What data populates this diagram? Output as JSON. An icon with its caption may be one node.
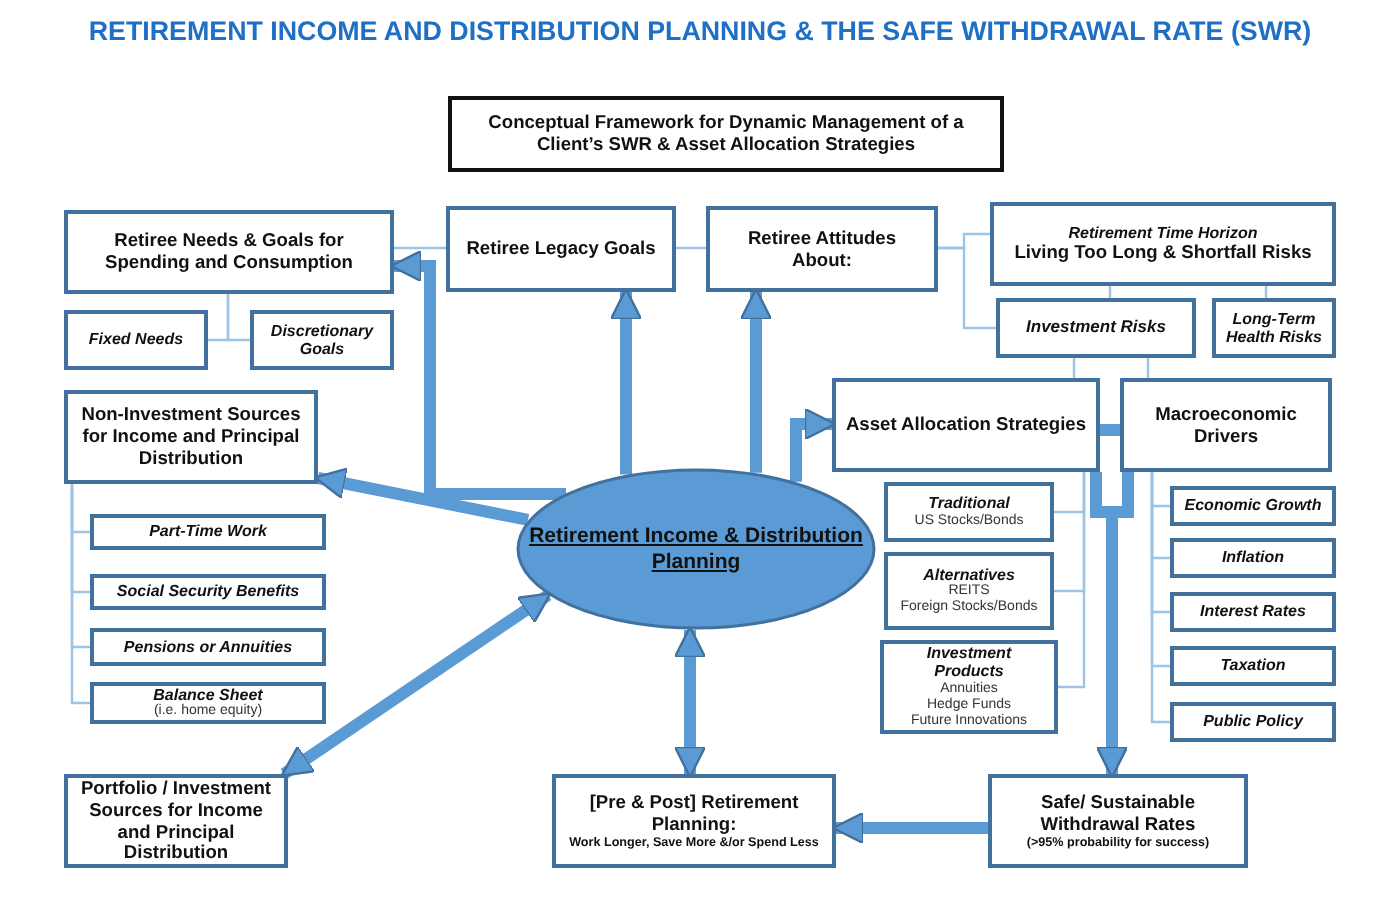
{
  "diagram": {
    "title": "RETIREMENT INCOME AND DISTRIBUTION PLANNING & THE SAFE WITHDRAWAL RATE (SWR)",
    "nodes": [
      {
        "text": [
          "Conceptual Framework for Dynamic Management of a Client’s SWR & Asset Allocation Strategies"
        ]
      },
      {
        "text": [
          "Retiree Needs & Goals for Spending and Consumption"
        ]
      },
      {
        "text": [
          "Fixed Needs"
        ]
      },
      {
        "text": [
          "Discretionary Goals"
        ]
      },
      {
        "text": [
          "Retiree Legacy Goals"
        ]
      },
      {
        "text": [
          "Retiree Attitudes About:"
        ]
      },
      {
        "text": [
          "Retirement Time Horizon",
          "Living Too Long & Shortfall Risks"
        ]
      },
      {
        "text": [
          "Investment Risks"
        ]
      },
      {
        "text": [
          "Long-Term Health Risks"
        ]
      },
      {
        "text": [
          "Non-Investment Sources for Income and Principal Distribution"
        ]
      },
      {
        "text": [
          "Part-Time Work"
        ]
      },
      {
        "text": [
          "Social Security Benefits"
        ]
      },
      {
        "text": [
          "Pensions or Annuities"
        ]
      },
      {
        "text": [
          "Balance Sheet",
          "(i.e. home equity)"
        ]
      },
      {
        "text": [
          "Retirement Income & Distribution Planning"
        ]
      },
      {
        "text": [
          "Asset Allocation Strategies"
        ]
      },
      {
        "text": [
          "Macroeconomic Drivers"
        ]
      },
      {
        "text": [
          "Traditional",
          "US Stocks/Bonds"
        ]
      },
      {
        "text": [
          "Alternatives",
          "REITS",
          "Foreign Stocks/Bonds"
        ]
      },
      {
        "text": [
          "Investment Products",
          "Annuities",
          "Hedge Funds",
          "Future Innovations"
        ]
      },
      {
        "text": [
          "Economic Growth"
        ]
      },
      {
        "text": [
          "Inflation"
        ]
      },
      {
        "text": [
          "Interest Rates"
        ]
      },
      {
        "text": [
          "Taxation"
        ]
      },
      {
        "text": [
          "Public Policy"
        ]
      },
      {
        "text": [
          "Portfolio / Investment Sources for Income and Principal Distribution"
        ]
      },
      {
        "text": [
          "[Pre & Post] Retirement Planning:",
          "Work Longer, Save More &/or Spend Less"
        ]
      },
      {
        "text": [
          "Safe/ Sustainable Withdrawal Rates",
          "(>95% probability for success)"
        ]
      }
    ],
    "edges": [
      {
        "from": 1,
        "to": 2,
        "arrow": "none"
      },
      {
        "from": 1,
        "to": 3,
        "arrow": "none"
      },
      {
        "from": 1,
        "to": 4,
        "arrow": "none"
      },
      {
        "from": 4,
        "to": 5,
        "arrow": "none"
      },
      {
        "from": 5,
        "to": 6,
        "arrow": "none"
      },
      {
        "from": 5,
        "to": 7,
        "arrow": "none"
      },
      {
        "from": 6,
        "to": 7,
        "arrow": "none"
      },
      {
        "from": 6,
        "to": 8,
        "arrow": "none"
      },
      {
        "from": 7,
        "to": 15,
        "arrow": "none"
      },
      {
        "from": 7,
        "to": 16,
        "arrow": "none"
      },
      {
        "from": 9,
        "to": 10,
        "arrow": "none"
      },
      {
        "from": 9,
        "to": 11,
        "arrow": "none"
      },
      {
        "from": 9,
        "to": 12,
        "arrow": "none"
      },
      {
        "from": 9,
        "to": 13,
        "arrow": "none"
      },
      {
        "from": 15,
        "to": 17,
        "arrow": "none"
      },
      {
        "from": 15,
        "to": 18,
        "arrow": "none"
      },
      {
        "from": 15,
        "to": 19,
        "arrow": "none"
      },
      {
        "from": 16,
        "to": 20,
        "arrow": "none"
      },
      {
        "from": 16,
        "to": 21,
        "arrow": "none"
      },
      {
        "from": 16,
        "to": 22,
        "arrow": "none"
      },
      {
        "from": 16,
        "to": 23,
        "arrow": "none"
      },
      {
        "from": 16,
        "to": 24,
        "arrow": "none"
      },
      {
        "from": 14,
        "to": 1,
        "arrow": "to",
        "style": "thick"
      },
      {
        "from": 14,
        "to": 4,
        "arrow": "to",
        "style": "thick"
      },
      {
        "from": 14,
        "to": 5,
        "arrow": "to",
        "style": "thick"
      },
      {
        "from": 14,
        "to": 9,
        "arrow": "to",
        "style": "thick"
      },
      {
        "from": 14,
        "to": 25,
        "arrow": "both",
        "style": "thick"
      },
      {
        "from": 14,
        "to": 26,
        "arrow": "both",
        "style": "thick"
      },
      {
        "from": 14,
        "to": 15,
        "arrow": "to",
        "style": "thick"
      },
      {
        "from": 15,
        "to": 27,
        "arrow": "to",
        "style": "thick"
      },
      {
        "from": 16,
        "to": 27,
        "arrow": "to",
        "style": "thick"
      },
      {
        "from": 27,
        "to": 26,
        "arrow": "to",
        "style": "thick"
      }
    ]
  }
}
